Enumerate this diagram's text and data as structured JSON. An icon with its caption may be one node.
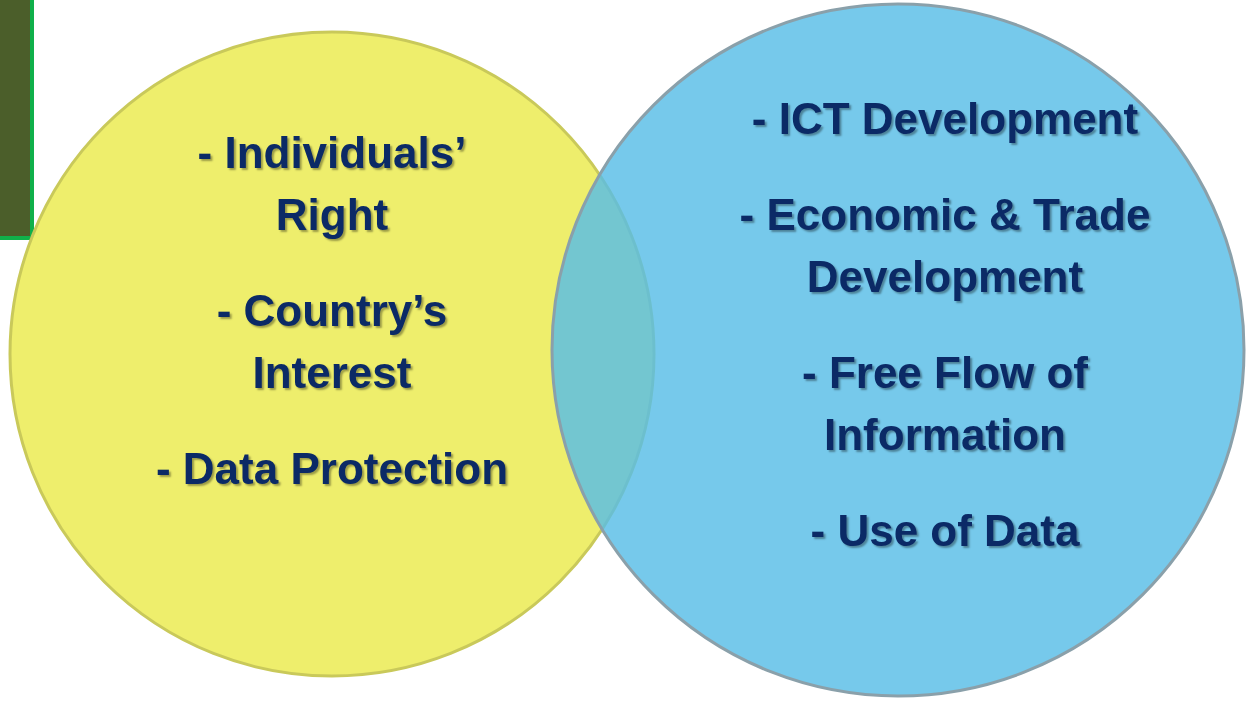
{
  "diagram": {
    "nodes": [
      {
        "text": [
          "- Individuals’ Right",
          "- Country’s Interest",
          "- Data Protection"
        ]
      },
      {
        "text": [
          "- ICT Development",
          "- Economic & Trade Development",
          "- Free Flow of Information",
          "- Use of Data"
        ]
      }
    ]
  }
}
